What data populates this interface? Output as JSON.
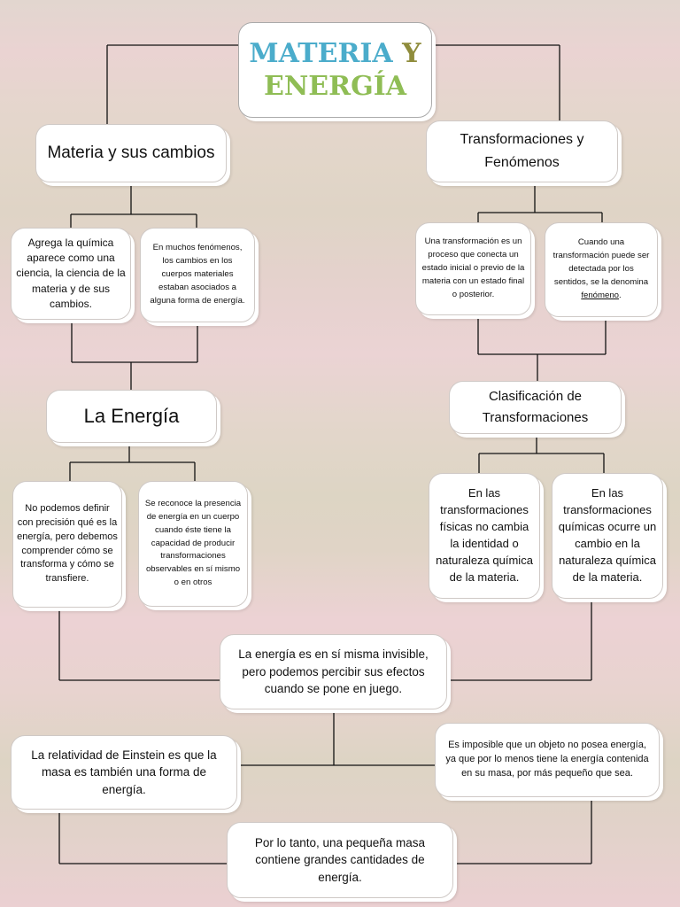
{
  "title": {
    "word1": "MATERIA",
    "word2": "Y",
    "word3": "ENERGÍA"
  },
  "left": {
    "heading": "Materia y sus cambios",
    "note1": "Agrega la química aparece como una ciencia, la ciencia de la materia y de sus cambios.",
    "note2": "En muchos fenómenos, los cambios en los cuerpos materiales estaban asociados a alguna forma de energía.",
    "energy_heading": "La Energía",
    "note3": "No podemos definir con precisión qué es la energía, pero debemos comprender cómo se transforma y cómo se transfiere.",
    "note4": "Se reconoce la presencia de energía en un cuerpo cuando éste tiene la capacidad de producir transformaciones observables en sí mismo o en otros"
  },
  "right": {
    "heading": "Transformaciones y Fenómenos",
    "note1": "Una transformación es un proceso que conecta un estado inicial o previo de la materia con un estado final o posterior.",
    "note2_before": "Cuando una transformación puede ser detectada por los sentidos, se la denomina ",
    "note2_link": "fenómeno",
    "note2_after": ".",
    "class_heading": "Clasificación de Transformaciones",
    "note3": "En las transformaciones físicas no cambia la identidad o naturaleza química de la materia.",
    "note4": "En las transformaciones químicas ocurre un cambio en la naturaleza química de la materia."
  },
  "bottom": {
    "center": "La energía es en sí misma invisible, pero podemos percibir sus efectos cuando se pone en juego.",
    "left": "La relatividad de Einstein es que la masa es también una forma de energía.",
    "right": "Es imposible que un objeto no posea energía, ya que por lo menos tiene la energía contenida en su masa, por más pequeño que sea.",
    "final": "Por lo tanto, una pequeña masa contiene grandes cantidades de energía."
  }
}
